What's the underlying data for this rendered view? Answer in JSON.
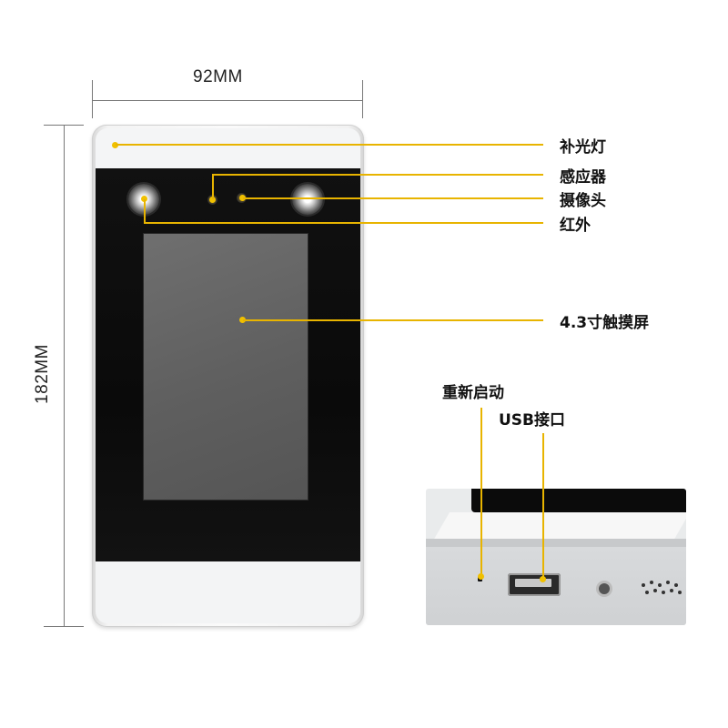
{
  "dimensions": {
    "width_label": "92MM",
    "height_label": "182MM"
  },
  "callouts": {
    "fill_light": "补光灯",
    "sensor": "感应器",
    "camera": "摄像头",
    "infrared": "红外",
    "touchscreen": "4.3寸触摸屏",
    "reset": "重新启动",
    "usb_port": "USB接口"
  },
  "colors": {
    "accent": "#e8b400",
    "panel": "#0b0b0b",
    "screen": "#666666"
  }
}
